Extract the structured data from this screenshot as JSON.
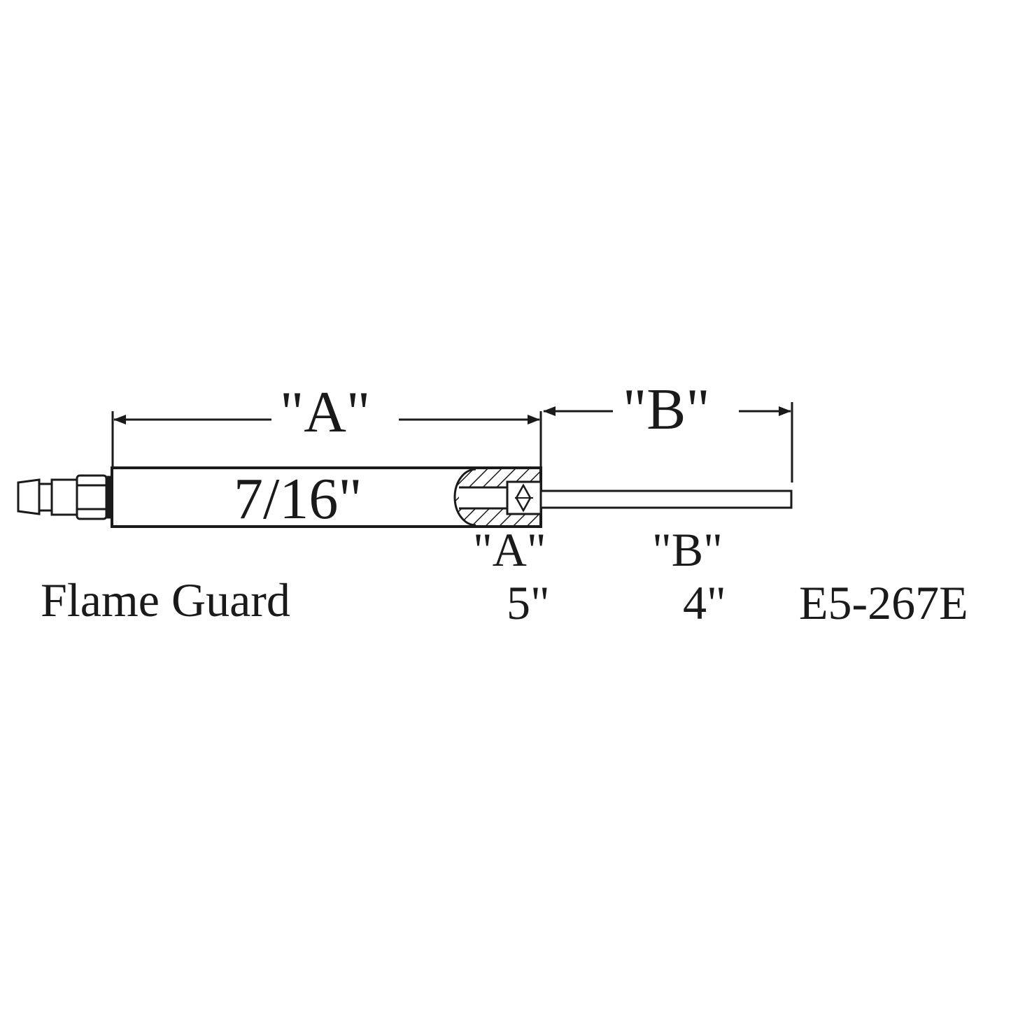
{
  "diagram": {
    "type": "technical-drawing",
    "subject": "electrode-assembly",
    "dimension_labels": {
      "a_top": "\"A\"",
      "b_top": "\"B\"",
      "rod_diameter": "7/16\""
    },
    "spec_table": {
      "header_a": "\"A\"",
      "header_b": "\"B\"",
      "row": {
        "brand": "Flame Guard",
        "a_value": "5\"",
        "b_value": "4\"",
        "part_number": "E5-267E"
      }
    },
    "colors": {
      "line": "#1a1a1a",
      "background": "#ffffff"
    }
  }
}
